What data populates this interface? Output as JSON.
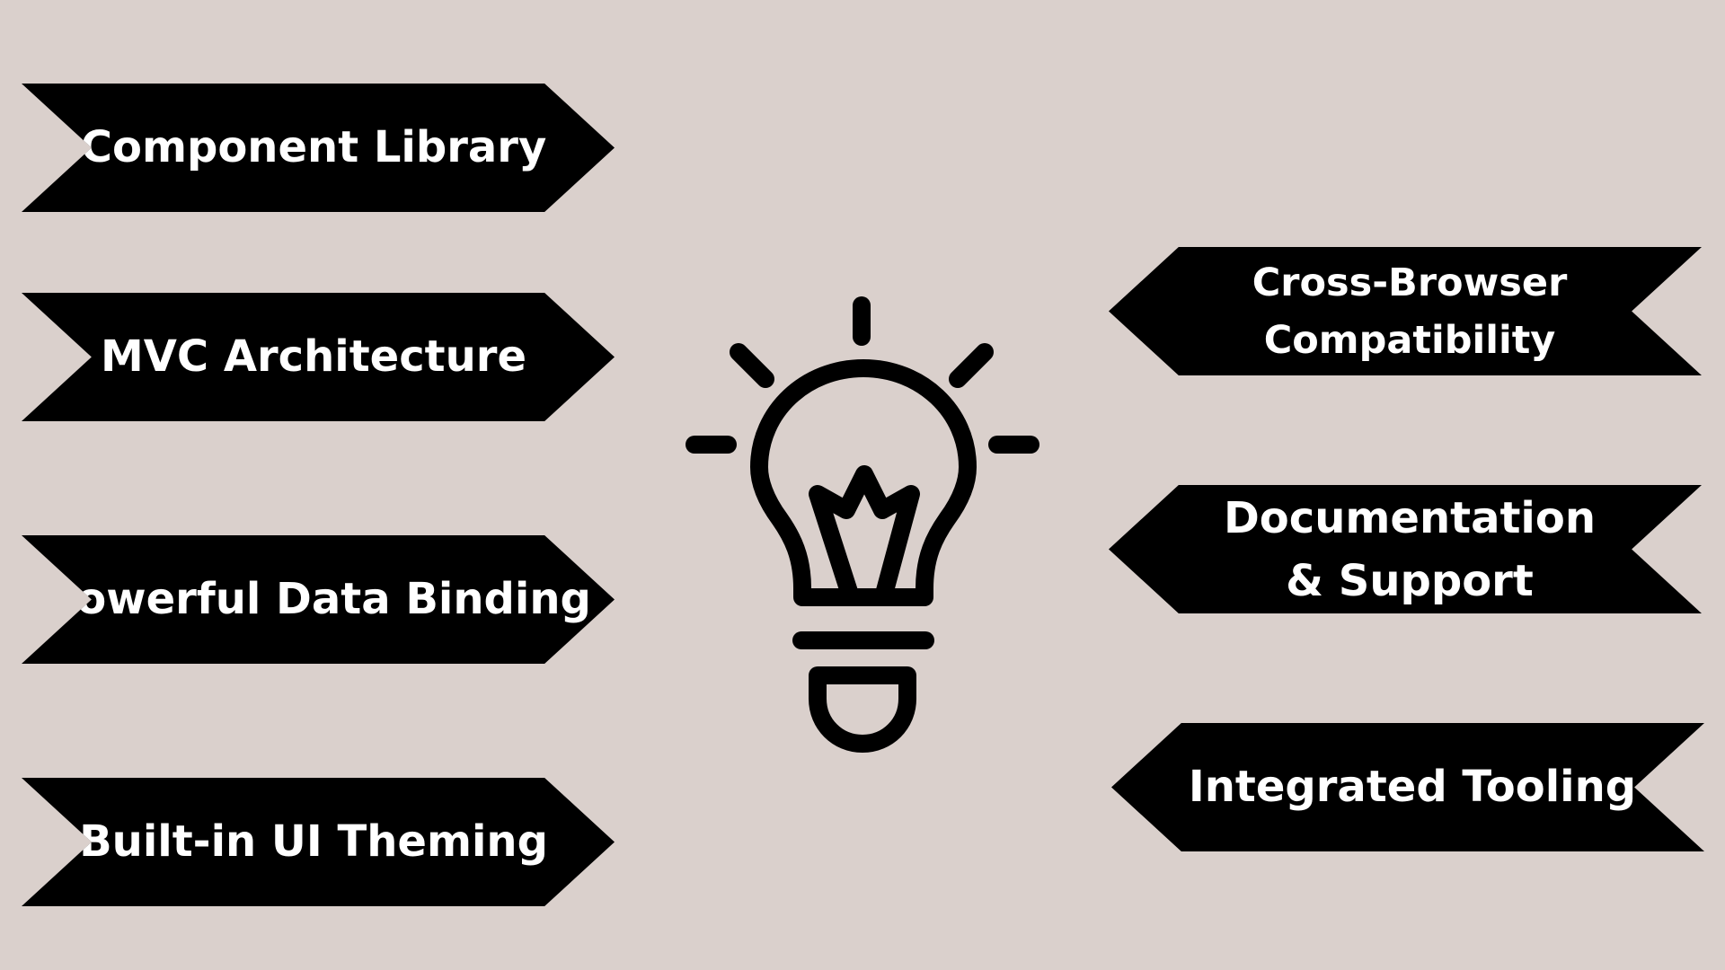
{
  "colors": {
    "background": "#dad0cc",
    "banner": "#000000",
    "banner_text": "#ffffff",
    "icon_stroke": "#000000"
  },
  "icon": "lightbulb-icon",
  "features_left": [
    {
      "label": "Component Library"
    },
    {
      "label": "MVC Architecture"
    },
    {
      "label": "Powerful Data Binding"
    },
    {
      "label": "Built-in UI Theming"
    }
  ],
  "features_right": [
    {
      "line1": "Cross-Browser",
      "line2": "Compatibility"
    },
    {
      "line1": "Documentation",
      "line2": "& Support"
    },
    {
      "label": "Integrated Tooling"
    }
  ]
}
